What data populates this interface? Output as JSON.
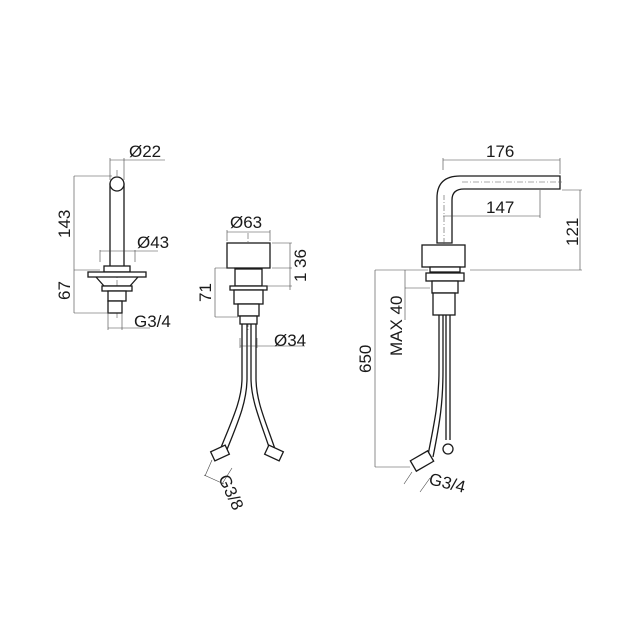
{
  "drawing": {
    "spout_side_view": {
      "tip_diameter": "Ø22",
      "height_above_deck": "143",
      "base_diameter": "Ø43",
      "height_below_deck": "67",
      "thread": "G3/4"
    },
    "handle_view": {
      "handle_diameter": "Ø63",
      "handle_height": "36",
      "gap": "1",
      "body_height": "71",
      "shank_diameter": "Ø34",
      "hose_thread": "G3/8"
    },
    "spout_front_view": {
      "overall_reach": "176",
      "outlet_reach": "147",
      "outlet_height": "121",
      "max_deck_thickness": "MAX 40",
      "hose_length": "650",
      "thread": "G3/4"
    }
  }
}
